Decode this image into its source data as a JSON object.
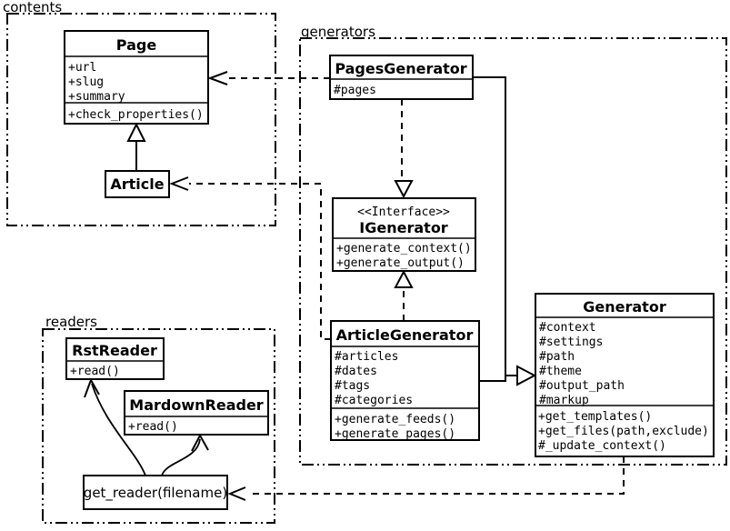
{
  "packages": {
    "contents": {
      "label": "contents"
    },
    "generators": {
      "label": "generators"
    },
    "readers": {
      "label": "readers"
    }
  },
  "classes": {
    "page": {
      "name": "Page",
      "attributes": [
        "+url",
        "+slug",
        "+summary"
      ],
      "methods": [
        "+check_properties()"
      ]
    },
    "article": {
      "name": "Article"
    },
    "pages_generator": {
      "name": "PagesGenerator",
      "attributes": [
        "#pages"
      ]
    },
    "igenerator": {
      "stereotype": "<<Interface>>",
      "name": "IGenerator",
      "methods": [
        "+generate_context()",
        "+generate_output()"
      ]
    },
    "article_generator": {
      "name": "ArticleGenerator",
      "attributes": [
        "#articles",
        "#dates",
        "#tags",
        "#categories"
      ],
      "methods": [
        "+generate_feeds()",
        "+generate_pages()"
      ]
    },
    "generator": {
      "name": "Generator",
      "attributes": [
        "#context",
        "#settings",
        "#path",
        "#theme",
        "#output_path",
        "#markup"
      ],
      "methods": [
        "+get_templates()",
        "+get_files(path,exclude)",
        "#_update_context()"
      ]
    },
    "rst_reader": {
      "name": "RstReader",
      "methods": [
        "+read()"
      ]
    },
    "mardown_reader": {
      "name": "MardownReader",
      "methods": [
        "+read()"
      ]
    },
    "get_reader": {
      "label": "get_reader(filename)"
    }
  },
  "relationships": [
    {
      "from": "Article",
      "to": "Page",
      "type": "inheritance"
    },
    {
      "from": "PagesGenerator",
      "to": "Page",
      "type": "dependency"
    },
    {
      "from": "ArticleGenerator",
      "to": "Article",
      "type": "dependency"
    },
    {
      "from": "PagesGenerator",
      "to": "IGenerator",
      "type": "realization"
    },
    {
      "from": "ArticleGenerator",
      "to": "IGenerator",
      "type": "realization"
    },
    {
      "from": "PagesGenerator",
      "to": "Generator",
      "type": "inheritance"
    },
    {
      "from": "ArticleGenerator",
      "to": "Generator",
      "type": "inheritance"
    },
    {
      "from": "Generator",
      "to": "get_reader(filename)",
      "type": "dependency"
    },
    {
      "from": "get_reader(filename)",
      "to": "RstReader",
      "type": "arrow"
    },
    {
      "from": "get_reader(filename)",
      "to": "MardownReader",
      "type": "arrow"
    }
  ],
  "colors": {
    "line": "#000000",
    "background": "#ffffff"
  }
}
